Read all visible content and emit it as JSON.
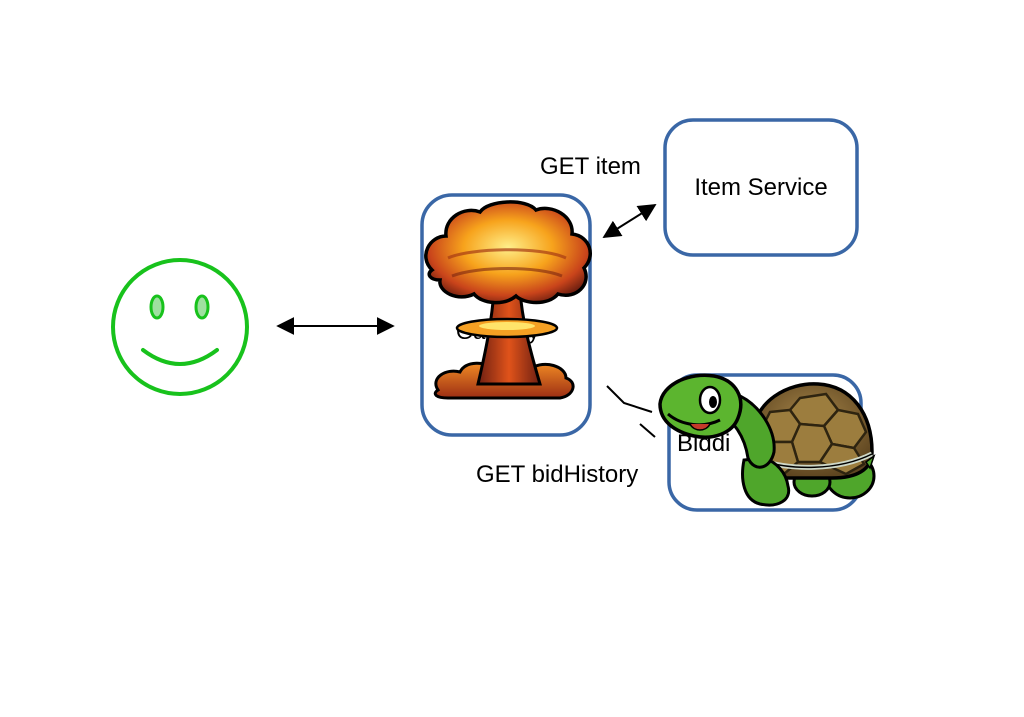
{
  "labels": {
    "get_item": "GET item",
    "get_bid_history": "GET bidHistory"
  },
  "nodes": {
    "gateway_text_partial": "Ga       y",
    "item_service": "Item Service",
    "bidding_service_partial": "Biddi"
  },
  "colors": {
    "box_border": "#3a67a6",
    "smiley": "#18c21c",
    "edges": "#000000"
  },
  "icons": {
    "user": "smiley-face-icon",
    "gateway_overlay": "mushroom-cloud-icon",
    "bidding_overlay": "turtle-icon"
  }
}
